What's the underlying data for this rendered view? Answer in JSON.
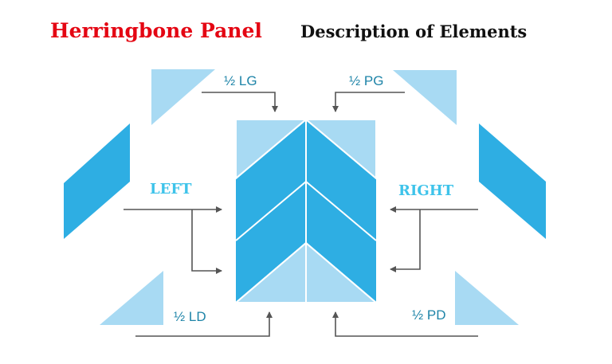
{
  "title": "Herringbone Panel",
  "subtitle": "Description of Elements",
  "labels": {
    "half_lg": "½ LG",
    "half_pg": "½ PG",
    "left": "LEFT",
    "right": "RIGHT",
    "half_ld": "½ LD",
    "half_pd": "½ PD"
  },
  "colors": {
    "dark_piece": "#2eaee3",
    "light_piece": "#a8daf3",
    "arrow": "#555555",
    "title": "#e40613"
  }
}
